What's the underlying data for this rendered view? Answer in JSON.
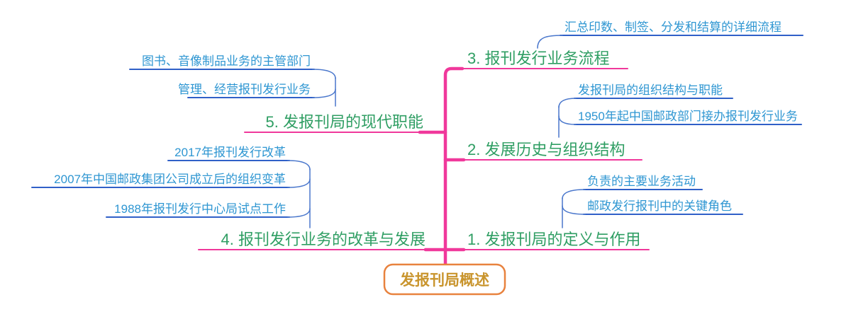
{
  "mindmap": {
    "root": {
      "label": "发报刊局概述"
    },
    "branches": [
      {
        "label": "1. 发报刊局的定义与作用",
        "children": [
          "负责的主要业务活动",
          "邮政发行报刊中的关键角色"
        ]
      },
      {
        "label": "2. 发展历史与组织结构",
        "children": [
          "发报刊局的组织结构与职能",
          "1950年起中国邮政部门接办报刊发行业务"
        ]
      },
      {
        "label": "3. 报刊发行业务流程",
        "children": [
          "汇总印数、制签、分发和结算的详细流程"
        ]
      },
      {
        "label": "4. 报刊发行业务的改革与发展",
        "children": [
          "2017年报刊发行改革",
          "2007年中国邮政集团公司成立后的组织变革",
          "1988年报刊发行中心局试点工作"
        ]
      },
      {
        "label": "5. 发报刊局的现代职能",
        "children": [
          "图书、音像制品业务的主管部门",
          "管理、经营报刊发行业务"
        ]
      }
    ],
    "colors": {
      "trunk": "#F0389B",
      "branch_label": "#2F9E63",
      "child_label": "#2E96D2",
      "child_underline": "#3060C8",
      "root_border": "#E8823E",
      "root_text": "#C9952E",
      "background": "#FFFFFF"
    }
  }
}
